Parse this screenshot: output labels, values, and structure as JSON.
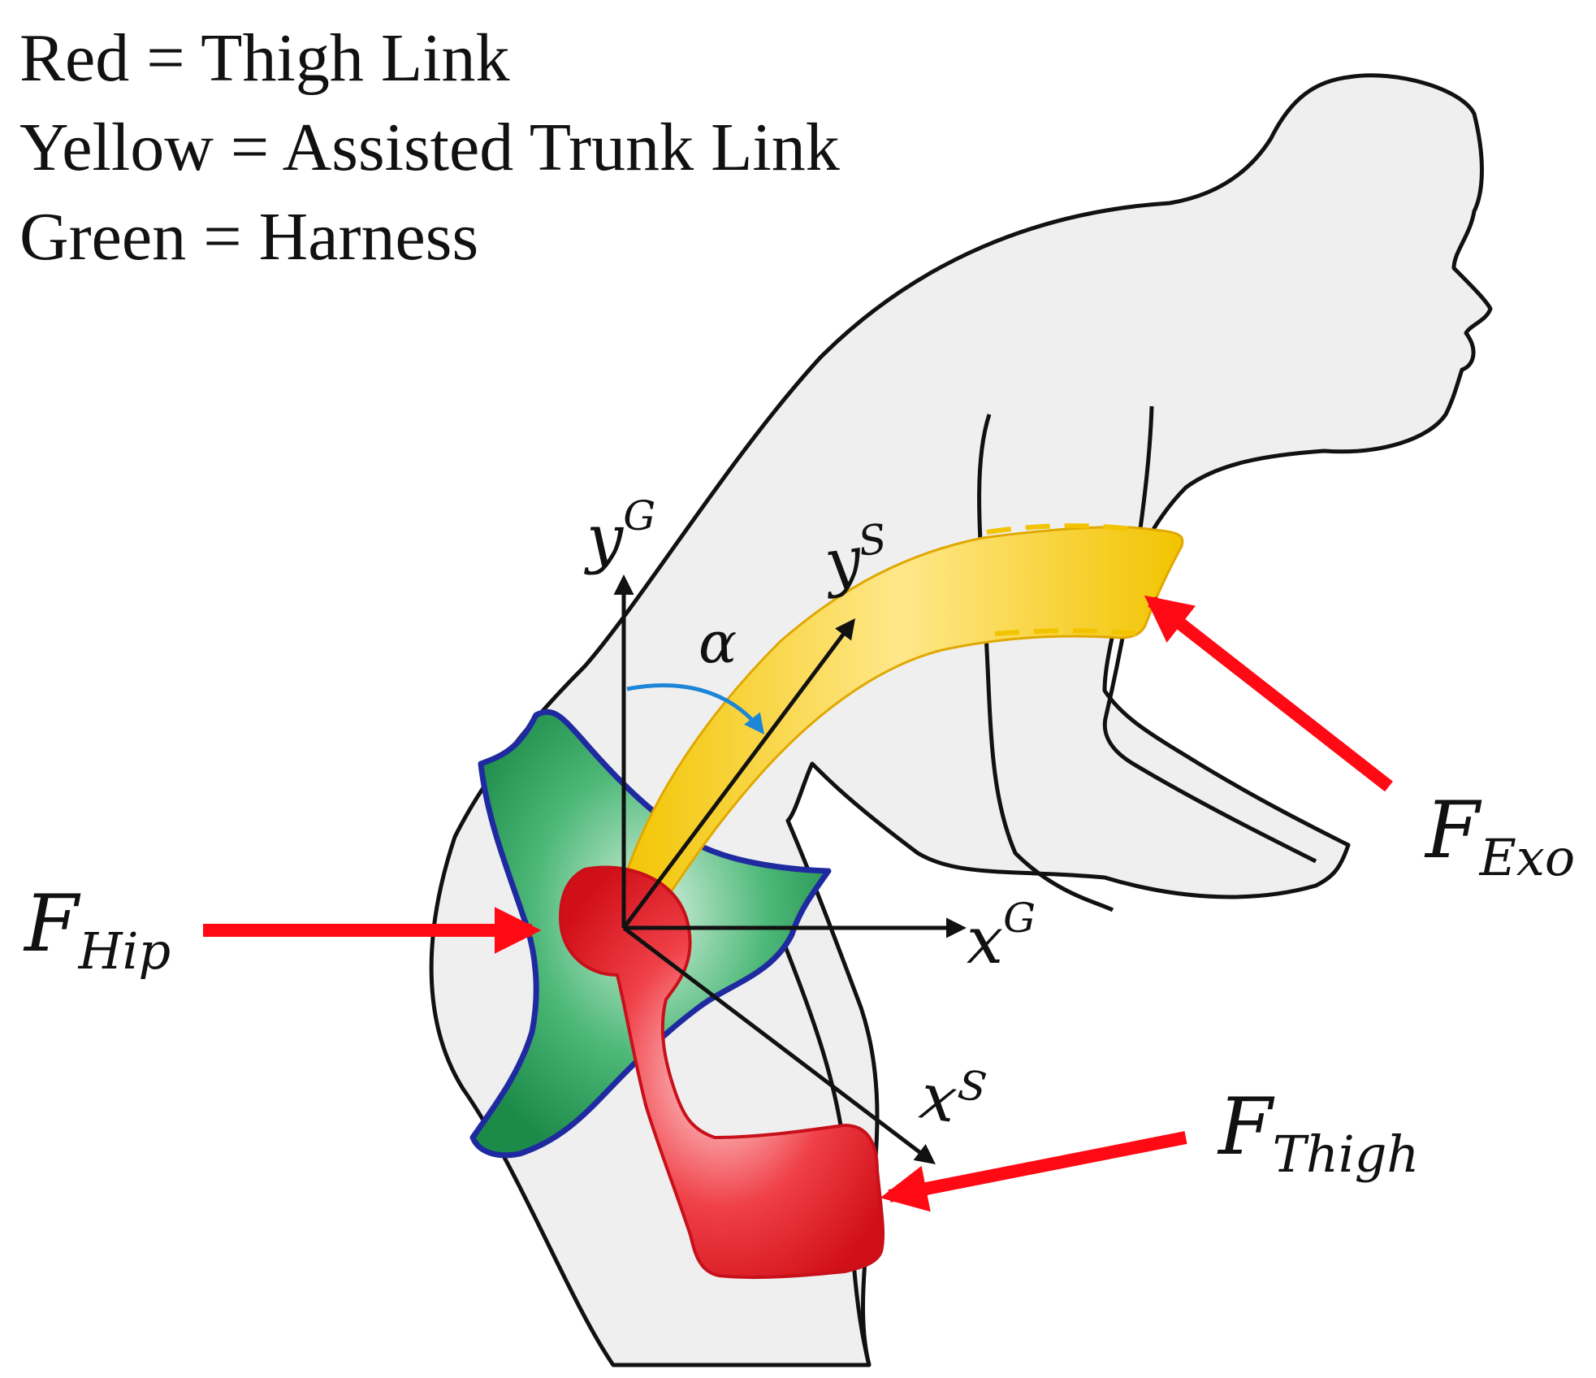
{
  "legend": [
    {
      "text": "Red = Thigh Link",
      "color": "#e8141e"
    },
    {
      "text": "Yellow = Assisted Trunk Link",
      "color": "#f4c914"
    },
    {
      "text": "Green = Harness",
      "color": "#1f9a55"
    }
  ],
  "colors": {
    "body_fill": "#efefef",
    "outline": "#111111",
    "thigh_link": "#e8141e",
    "trunk_link": "#f4c914",
    "harness": "#1f9a55",
    "harness_border": "#1f2aa0",
    "force_arrow": "#ff0a14",
    "angle_arrow": "#1e86d6",
    "axis": "#111111"
  },
  "labels": {
    "global_y": {
      "base": "y",
      "sup": "G"
    },
    "global_x": {
      "base": "x",
      "sup": "G"
    },
    "segment_y": {
      "base": "y",
      "sup": "S"
    },
    "segment_x": {
      "base": "x",
      "sup": "S"
    },
    "angle": "α",
    "f_hip": {
      "base": "F",
      "sub": "Hip"
    },
    "f_exo": {
      "base": "F",
      "sub": "Exo"
    },
    "f_thigh": {
      "base": "F",
      "sub": "Thigh"
    }
  },
  "icons": {
    "figure": "human-silhouette-bending",
    "force": "red-arrow",
    "axis": "black-arrow"
  }
}
